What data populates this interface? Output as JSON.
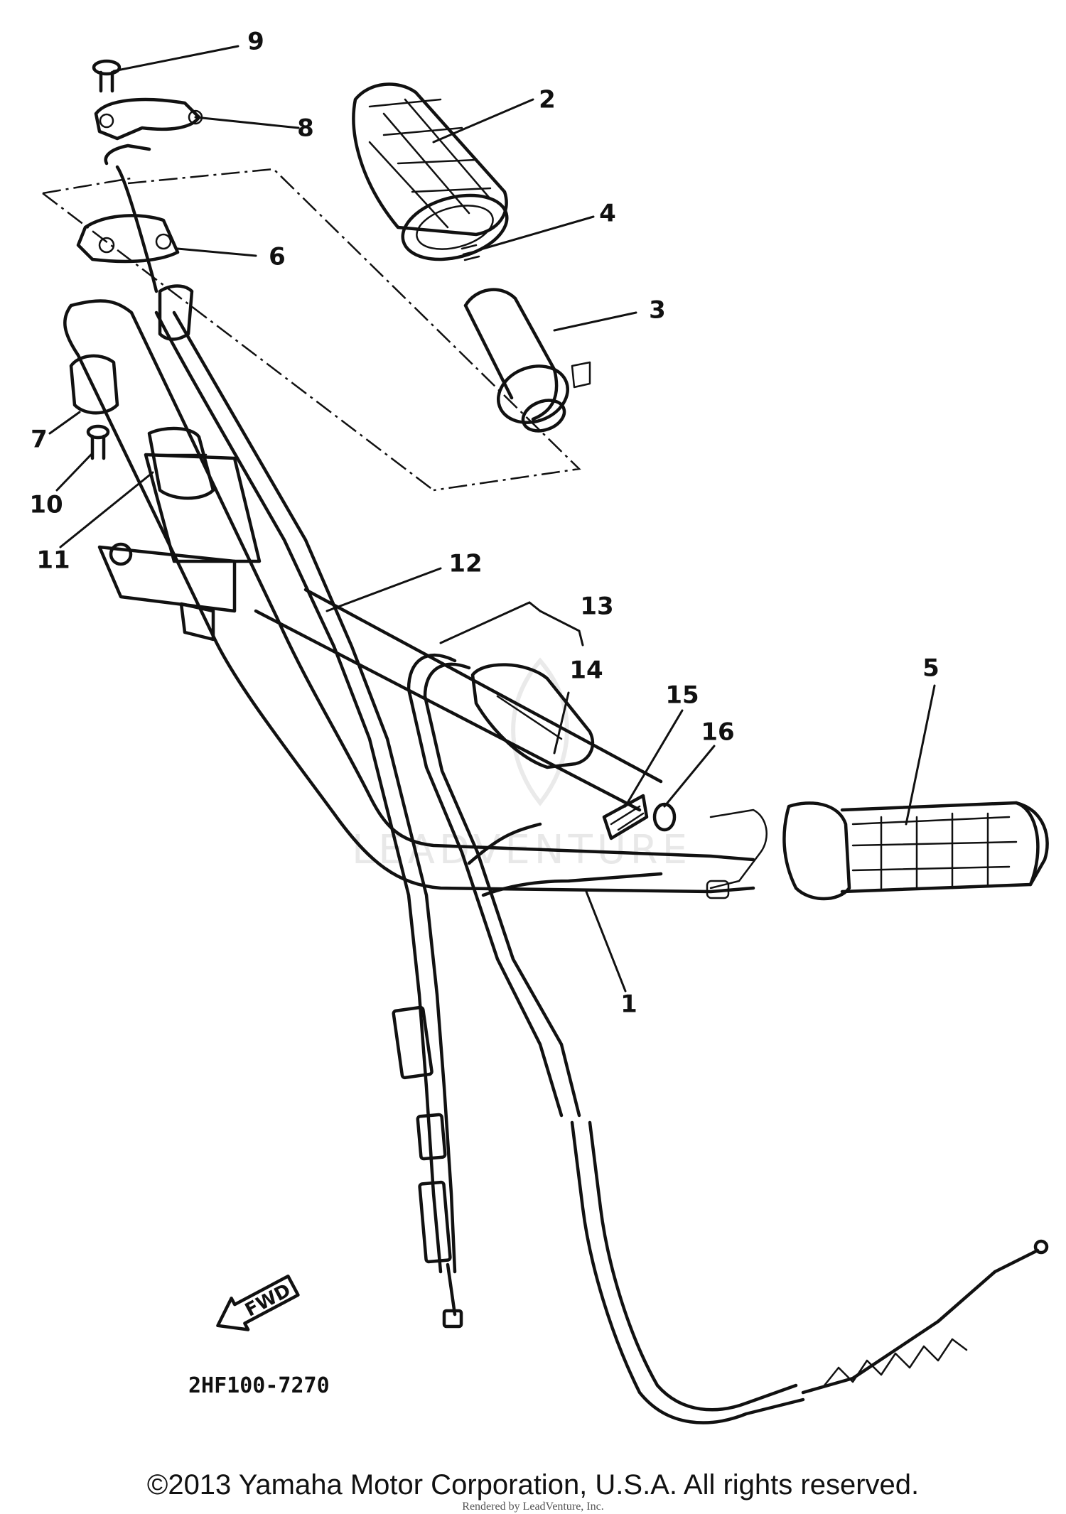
{
  "diagram": {
    "callouts": [
      "1",
      "2",
      "3",
      "4",
      "5",
      "6",
      "7",
      "8",
      "9",
      "10",
      "11",
      "12",
      "13",
      "14",
      "15",
      "16"
    ],
    "part_code": "2HF100-7270",
    "direction_label": "FWD"
  },
  "footer": {
    "copyright": "©2013 Yamaha Motor Corporation, U.S.A. All rights reserved.",
    "rendered_by": "Rendered by LeadVenture, Inc."
  }
}
